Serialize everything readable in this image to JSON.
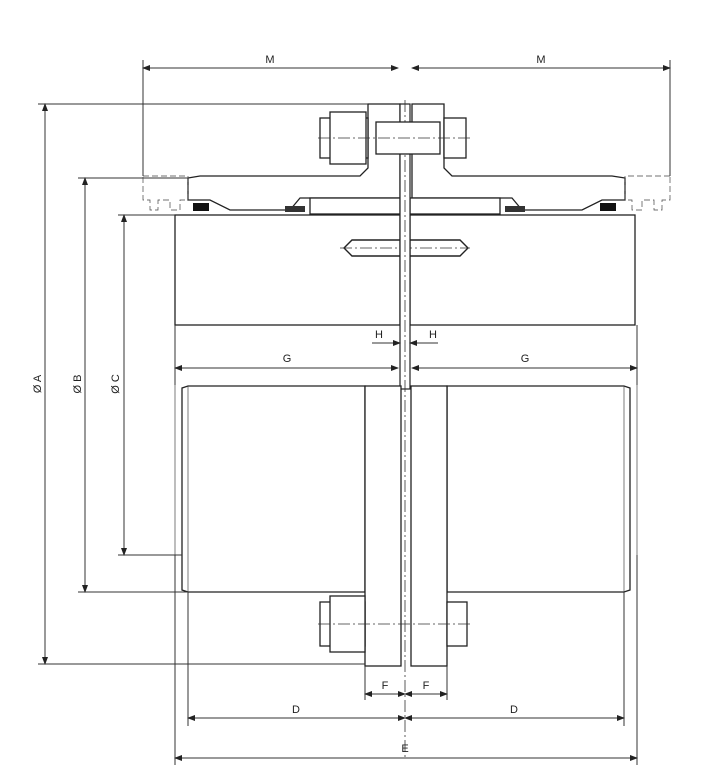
{
  "drawing": {
    "labels": {
      "m_left": "M",
      "m_right": "M",
      "dia_a": "Ø A",
      "dia_b": "Ø B",
      "dia_c": "Ø C",
      "g_left": "G",
      "g_right": "G",
      "h_left": "H",
      "h_right": "H",
      "f_left": "F",
      "f_right": "F",
      "d_left": "D",
      "d_right": "D",
      "e": "E"
    },
    "colors": {
      "line": "#222222",
      "background": "#ffffff"
    }
  }
}
